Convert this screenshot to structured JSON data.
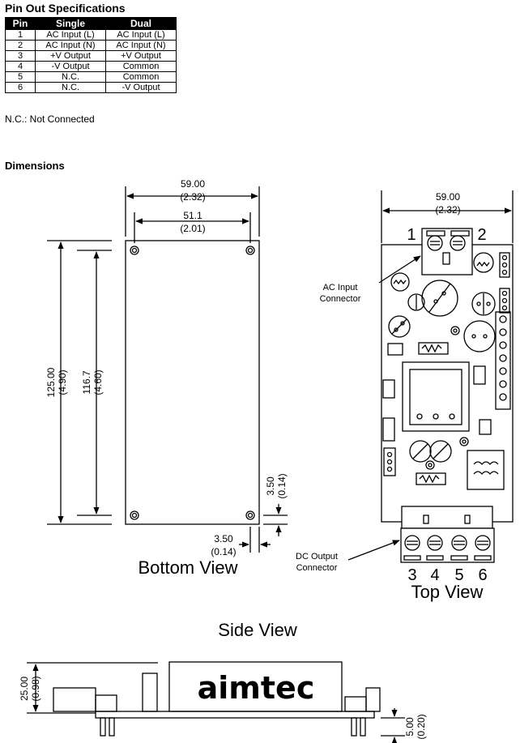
{
  "pinout": {
    "title": "Pin Out Specifications",
    "headers": [
      "Pin",
      "Single",
      "Dual"
    ],
    "rows": [
      [
        "1",
        "AC Input (L)",
        "AC Input (L)"
      ],
      [
        "2",
        "AC Input (N)",
        "AC Input (N)"
      ],
      [
        "3",
        "+V Output",
        "+V Output"
      ],
      [
        "4",
        "-V Output",
        "Common"
      ],
      [
        "5",
        "N.C.",
        "Common"
      ],
      [
        "6",
        "N.C.",
        "-V Output"
      ]
    ],
    "note": "N.C.: Not Connected"
  },
  "dimensions": {
    "heading": "Dimensions",
    "bottom_view": {
      "label": "Bottom View",
      "outer_width": "59.00",
      "outer_width_in": "(2.32)",
      "hole_width": "51.1",
      "hole_width_in": "(2.01)",
      "outer_height": "125.00",
      "outer_height_in": "(4.90)",
      "hole_height": "116.7",
      "hole_height_in": "(4.60)",
      "offset_v": "3.50",
      "offset_v_in": "(0.14)",
      "offset_h": "3.50",
      "offset_h_in": "(0.14)"
    },
    "top_view": {
      "label": "Top View",
      "width": "59.00",
      "width_in": "(2.32)",
      "ac_callout": [
        "AC Input",
        "Connector"
      ],
      "dc_callout": [
        "DC Output",
        "Connector"
      ],
      "pins_top": [
        "1",
        "2"
      ],
      "pins_bottom": [
        "3",
        "4",
        "5",
        "6"
      ]
    },
    "side_view": {
      "label": "Side View",
      "height": "25.00",
      "height_in": "(0.98)",
      "pin_len": "5.00",
      "pin_len_in": "(0.20)",
      "brand": "aimtec"
    }
  }
}
